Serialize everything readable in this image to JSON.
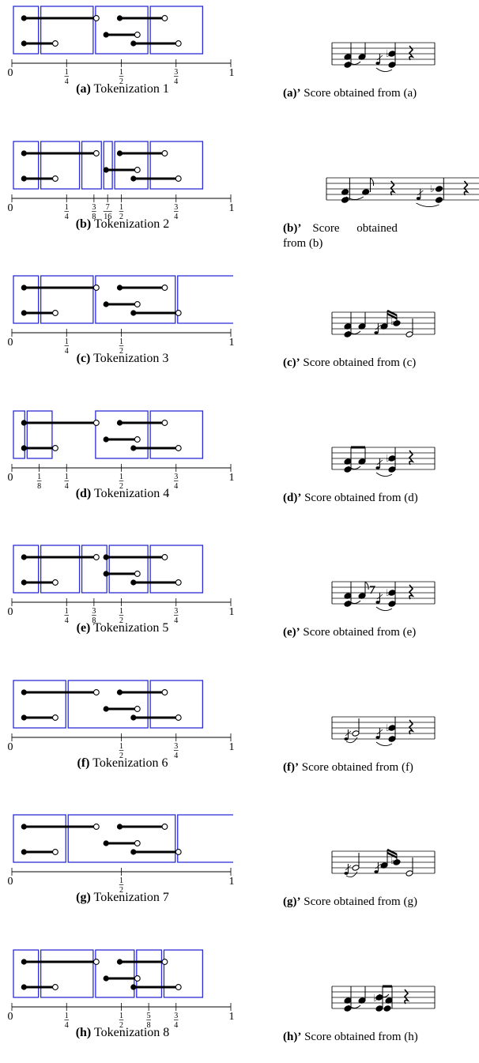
{
  "colors": {
    "box": "#2b2bd6",
    "ink": "#000000"
  },
  "panels": [
    {
      "id": "a",
      "caption_label": "(a)",
      "caption_text": "Tokenization 1",
      "score_label": "(a)’",
      "score_text": "Score obtained from (a)",
      "notes": [
        {
          "start": 0.0625,
          "end": 0.375,
          "row": "top"
        },
        {
          "start": 0.0625,
          "end": 0.1875,
          "row": "bottom"
        },
        {
          "start": 0.5,
          "end": 0.6875,
          "row": "top"
        },
        {
          "start": 0.4375,
          "end": 0.5625,
          "row": "mid"
        },
        {
          "start": 0.5625,
          "end": 0.75,
          "row": "bottom"
        }
      ],
      "boxes": [
        [
          0.0,
          0.125
        ],
        [
          0.125,
          0.375
        ],
        [
          0.375,
          0.625
        ],
        [
          0.625,
          0.875
        ]
      ],
      "ticks": [
        {
          "v": 0,
          "label": "0",
          "kind": "int"
        },
        {
          "v": 0.25,
          "label": "1/4"
        },
        {
          "v": 0.5,
          "label": "1/2"
        },
        {
          "v": 0.75,
          "label": "3/4"
        },
        {
          "v": 1,
          "label": "1",
          "kind": "int"
        }
      ]
    },
    {
      "id": "b",
      "caption_label": "(b)",
      "caption_text": "Tokenization 2",
      "score_label": "(b)’",
      "score_text_lines": [
        "Score obtained",
        "from (b)"
      ],
      "notes": [
        {
          "start": 0.0625,
          "end": 0.375,
          "row": "top"
        },
        {
          "start": 0.0625,
          "end": 0.1875,
          "row": "bottom"
        },
        {
          "start": 0.5,
          "end": 0.6875,
          "row": "top"
        },
        {
          "start": 0.4375,
          "end": 0.5625,
          "row": "mid"
        },
        {
          "start": 0.5625,
          "end": 0.75,
          "row": "bottom"
        }
      ],
      "boxes": [
        [
          0.0,
          0.125
        ],
        [
          0.125,
          0.3125
        ],
        [
          0.3125,
          0.4125
        ],
        [
          0.4125,
          0.4625
        ],
        [
          0.4625,
          0.625
        ],
        [
          0.625,
          0.875
        ]
      ],
      "ticks": [
        {
          "v": 0,
          "label": "0",
          "kind": "int"
        },
        {
          "v": 0.25,
          "label": "1/4"
        },
        {
          "v": 0.375,
          "label": "3/8"
        },
        {
          "v": 0.4375,
          "label": "7/16"
        },
        {
          "v": 0.5,
          "label": "1/2"
        },
        {
          "v": 0.75,
          "label": "3/4"
        },
        {
          "v": 1,
          "label": "1",
          "kind": "int"
        }
      ]
    },
    {
      "id": "c",
      "caption_label": "(c)",
      "caption_text": "Tokenization 3",
      "score_label": "(c)’",
      "score_text": "Score obtained from (c)",
      "notes": [
        {
          "start": 0.0625,
          "end": 0.375,
          "row": "top"
        },
        {
          "start": 0.0625,
          "end": 0.1875,
          "row": "bottom"
        },
        {
          "start": 0.5,
          "end": 0.6875,
          "row": "top"
        },
        {
          "start": 0.4375,
          "end": 0.5625,
          "row": "mid"
        },
        {
          "start": 0.5625,
          "end": 0.75,
          "row": "bottom"
        }
      ],
      "boxes": [
        [
          0.0,
          0.125
        ],
        [
          0.125,
          0.375
        ],
        [
          0.375,
          0.75
        ],
        [
          0.75,
          1.0,
          "open"
        ]
      ],
      "ticks": [
        {
          "v": 0,
          "label": "0",
          "kind": "int"
        },
        {
          "v": 0.25,
          "label": "1/4"
        },
        {
          "v": 0.5,
          "label": "1/2"
        },
        {
          "v": 1,
          "label": "1",
          "kind": "int"
        }
      ]
    },
    {
      "id": "d",
      "caption_label": "(d)",
      "caption_text": "Tokenization 4",
      "score_label": "(d)’",
      "score_text": "Score obtained from (d)",
      "notes": [
        {
          "start": 0.0625,
          "end": 0.375,
          "row": "top"
        },
        {
          "start": 0.0625,
          "end": 0.1875,
          "row": "bottom"
        },
        {
          "start": 0.5,
          "end": 0.6875,
          "row": "top"
        },
        {
          "start": 0.4375,
          "end": 0.5625,
          "row": "mid"
        },
        {
          "start": 0.5625,
          "end": 0.75,
          "row": "bottom"
        }
      ],
      "boxes": [
        [
          0.0,
          0.0625
        ],
        [
          0.0625,
          0.1875
        ],
        [
          0.375,
          0.625
        ],
        [
          0.625,
          0.875
        ]
      ],
      "ticks": [
        {
          "v": 0,
          "label": "0",
          "kind": "int"
        },
        {
          "v": 0.125,
          "label": "1/8"
        },
        {
          "v": 0.25,
          "label": "1/4"
        },
        {
          "v": 0.5,
          "label": "1/2"
        },
        {
          "v": 0.75,
          "label": "3/4"
        },
        {
          "v": 1,
          "label": "1",
          "kind": "int"
        }
      ]
    },
    {
      "id": "e",
      "caption_label": "(e)",
      "caption_text": "Tokenization 5",
      "score_label": "(e)’",
      "score_text": "Score obtained from (e)",
      "notes": [
        {
          "start": 0.0625,
          "end": 0.375,
          "row": "top"
        },
        {
          "start": 0.0625,
          "end": 0.1875,
          "row": "bottom"
        },
        {
          "start": 0.4375,
          "end": 0.6875,
          "row": "top"
        },
        {
          "start": 0.4375,
          "end": 0.5625,
          "row": "mid"
        },
        {
          "start": 0.5625,
          "end": 0.75,
          "row": "bottom"
        }
      ],
      "boxes": [
        [
          0.0,
          0.125
        ],
        [
          0.125,
          0.3125
        ],
        [
          0.3125,
          0.4375
        ],
        [
          0.4375,
          0.625
        ],
        [
          0.625,
          0.875
        ]
      ],
      "ticks": [
        {
          "v": 0,
          "label": "0",
          "kind": "int"
        },
        {
          "v": 0.25,
          "label": "1/4"
        },
        {
          "v": 0.375,
          "label": "3/8"
        },
        {
          "v": 0.5,
          "label": "1/2"
        },
        {
          "v": 0.75,
          "label": "3/4"
        },
        {
          "v": 1,
          "label": "1",
          "kind": "int"
        }
      ]
    },
    {
      "id": "f",
      "caption_label": "(f)",
      "caption_text": "Tokenization 6",
      "score_label": "(f)’",
      "score_text": "Score obtained from (f)",
      "notes": [
        {
          "start": 0.0625,
          "end": 0.375,
          "row": "top"
        },
        {
          "start": 0.0625,
          "end": 0.1875,
          "row": "bottom"
        },
        {
          "start": 0.5,
          "end": 0.6875,
          "row": "top"
        },
        {
          "start": 0.4375,
          "end": 0.5625,
          "row": "mid"
        },
        {
          "start": 0.5625,
          "end": 0.75,
          "row": "bottom"
        }
      ],
      "boxes": [
        [
          0.0,
          0.25
        ],
        [
          0.25,
          0.625
        ],
        [
          0.625,
          0.875
        ]
      ],
      "ticks": [
        {
          "v": 0,
          "label": "0",
          "kind": "int"
        },
        {
          "v": 0.5,
          "label": "1/2"
        },
        {
          "v": 0.75,
          "label": "3/4"
        },
        {
          "v": 1,
          "label": "1",
          "kind": "int"
        }
      ]
    },
    {
      "id": "g",
      "caption_label": "(g)",
      "caption_text": "Tokenization 7",
      "score_label": "(g)’",
      "score_text": "Score obtained from (g)",
      "notes": [
        {
          "start": 0.0625,
          "end": 0.375,
          "row": "top"
        },
        {
          "start": 0.0625,
          "end": 0.1875,
          "row": "bottom"
        },
        {
          "start": 0.5,
          "end": 0.6875,
          "row": "top"
        },
        {
          "start": 0.4375,
          "end": 0.5625,
          "row": "mid"
        },
        {
          "start": 0.5625,
          "end": 0.75,
          "row": "bottom"
        }
      ],
      "boxes": [
        [
          0.0,
          0.25
        ],
        [
          0.25,
          0.75
        ],
        [
          0.75,
          1.0,
          "open"
        ]
      ],
      "ticks": [
        {
          "v": 0,
          "label": "0",
          "kind": "int"
        },
        {
          "v": 0.5,
          "label": "1/2"
        },
        {
          "v": 1,
          "label": "1",
          "kind": "int"
        }
      ]
    },
    {
      "id": "h",
      "caption_label": "(h)",
      "caption_text": "Tokenization 8",
      "score_label": "(h)’",
      "score_text": "Score obtained from (h)",
      "notes": [
        {
          "start": 0.0625,
          "end": 0.375,
          "row": "top"
        },
        {
          "start": 0.0625,
          "end": 0.1875,
          "row": "bottom"
        },
        {
          "start": 0.5,
          "end": 0.6875,
          "row": "top"
        },
        {
          "start": 0.4375,
          "end": 0.5625,
          "row": "mid"
        },
        {
          "start": 0.5625,
          "end": 0.75,
          "row": "bottom"
        }
      ],
      "boxes": [
        [
          0.0,
          0.125
        ],
        [
          0.125,
          0.375
        ],
        [
          0.375,
          0.5625
        ],
        [
          0.5625,
          0.6875
        ],
        [
          0.6875,
          0.875
        ]
      ],
      "ticks": [
        {
          "v": 0,
          "label": "0",
          "kind": "int"
        },
        {
          "v": 0.25,
          "label": "1/4"
        },
        {
          "v": 0.5,
          "label": "1/2"
        },
        {
          "v": 0.625,
          "label": "5/8"
        },
        {
          "v": 0.75,
          "label": "3/4"
        },
        {
          "v": 1,
          "label": "1",
          "kind": "int"
        }
      ]
    }
  ]
}
